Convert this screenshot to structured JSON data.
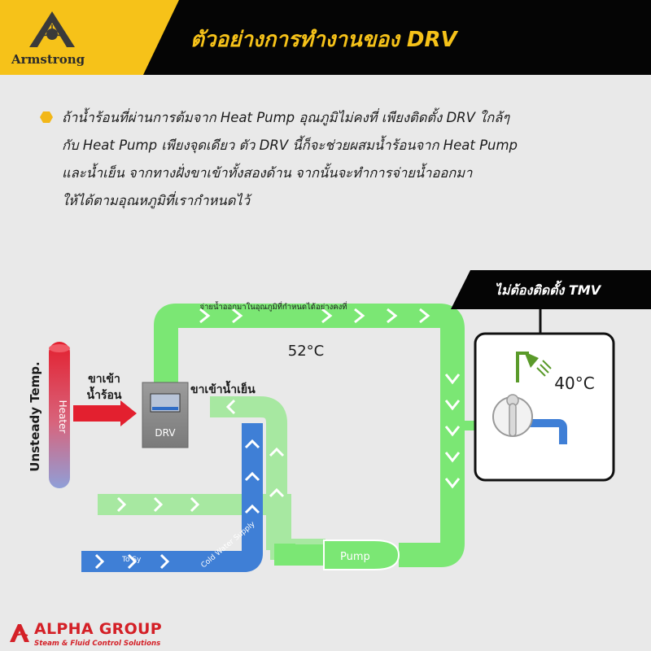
{
  "header": {
    "title": "ตัวอย่างการทำงานของ DRV",
    "brand": "Armstrong",
    "colors": {
      "accent": "#f6c219",
      "bar": "#050505"
    }
  },
  "description": {
    "lines": [
      "ถ้าน้ำร้อนที่ผ่านการต้มจาก Heat Pump อุณภูมิไม่คงที่  เพียงติดตั้ง DRV  ใกล้ๆ",
      "กับ Heat Pump เพียงจุดเดียว ตัว DRV นี้ก็จะช่วยผสมน้ำร้อนจาก Heat Pump",
      "และน้ำเย็น จากทางฝั่งขาเข้าทั้งสองด้าน จากนั้นจะทำการจ่ายน้ำออกมา",
      "ให้ได้ตามอุณหภูมิที่เรากำหนดไว้"
    ]
  },
  "diagram": {
    "heater_label": "Heater",
    "unsteady_label": "Unsteady Temp.",
    "hot_in_line1": "ขาเข้า",
    "hot_in_line2": "น้ำร้อน",
    "cold_in_label": "ขาเข้าน้ำเย็น",
    "drv_label": "DRV",
    "supply_caption": "จ่ายน้ำออกมาในอุณภูมิที่กำหนดได้อย่างคงที่",
    "supply_temp": "52°C",
    "pump_label": "Pump",
    "cold_supply_label": "Cold Water Supply",
    "return_label": "To Sy",
    "tmv_banner": "ไม่ต้องติดตั้ง TMV",
    "outlet_temp": "40°C",
    "icons": [
      "shower-icon",
      "mixing-valve-icon",
      "pump-icon"
    ],
    "colors": {
      "hot": "#e3202f",
      "supply": "#7be774",
      "cold": "#3f7fd6",
      "return": "#a7e8a1"
    }
  },
  "footer": {
    "name": "ALPHA GROUP",
    "tagline": "Steam & Fluid Control Solutions",
    "color": "#d42027"
  }
}
